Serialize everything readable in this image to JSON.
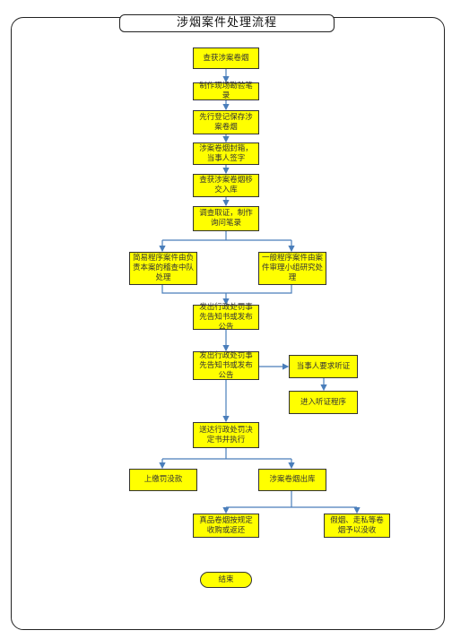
{
  "title": "涉烟案件处理流程",
  "nodes": {
    "n1": "查获涉案卷烟",
    "n2": "制作现场勘验笔录",
    "n3": "先行登记保存涉案卷烟",
    "n4": "涉案卷烟封箱，当事人签字",
    "n5": "查获涉案卷烟移交入库",
    "n6": "调查取证，制作询问笔录",
    "n7": "简易程序案件由负责本案的稽查中队处理",
    "n8": "一般程序案件由案件审理小组研究处理",
    "n9": "发出行政处罚事先告知书或发布公告",
    "n10": "发出行政处罚事先告知书或发布公告",
    "n11": "当事人要求听证",
    "n12": "进入听证程序",
    "n13": "送达行政处罚决定书并执行",
    "n14": "上缴罚没款",
    "n15": "涉案卷烟出库",
    "n16": "真品卷烟按规定收购或返还",
    "n17": "假烟、走私等卷烟予以没收",
    "n18": "结束"
  },
  "colors": {
    "node_fill": "#ffff00",
    "connector": "#4a7ebb",
    "frame": "#222222"
  }
}
